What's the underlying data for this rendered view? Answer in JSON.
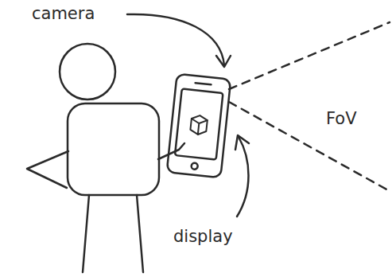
{
  "diagram": {
    "labels": [
      "camera",
      "display",
      "FoV"
    ]
  }
}
